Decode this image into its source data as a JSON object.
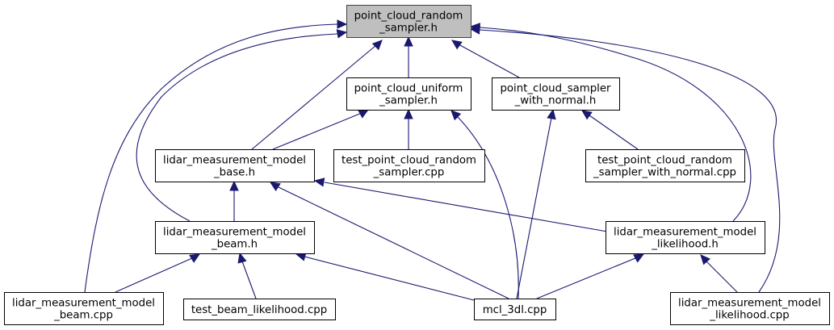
{
  "diagram": {
    "type": "include-dependency-graph",
    "colors": {
      "edge": "#191970",
      "root_fill": "#bfbfbf",
      "root_border": "#404040",
      "node_fill": "#ffffff",
      "node_border": "#000000"
    },
    "nodes": [
      {
        "id": "root",
        "lines": [
          "point_cloud_random",
          "_sampler.h"
        ],
        "root": true
      },
      {
        "id": "uniform",
        "lines": [
          "point_cloud_uniform",
          "_sampler.h"
        ]
      },
      {
        "id": "normal",
        "lines": [
          "point_cloud_sampler",
          "_with_normal.h"
        ]
      },
      {
        "id": "base",
        "lines": [
          "lidar_measurement_model",
          "_base.h"
        ]
      },
      {
        "id": "test_random",
        "lines": [
          "test_point_cloud_random",
          "_sampler.cpp"
        ]
      },
      {
        "id": "test_normal",
        "lines": [
          "test_point_cloud_random",
          "_sampler_with_normal.cpp"
        ]
      },
      {
        "id": "beam_h",
        "lines": [
          "lidar_measurement_model",
          "_beam.h"
        ]
      },
      {
        "id": "likelihood_h",
        "lines": [
          "lidar_measurement_model",
          "_likelihood.h"
        ]
      },
      {
        "id": "beam_cpp",
        "lines": [
          "lidar_measurement_model",
          "_beam.cpp"
        ]
      },
      {
        "id": "test_beam",
        "lines": [
          "test_beam_likelihood.cpp"
        ]
      },
      {
        "id": "mcl",
        "lines": [
          "mcl_3dl.cpp"
        ]
      },
      {
        "id": "likelihood_cpp",
        "lines": [
          "lidar_measurement_model",
          "_likelihood.cpp"
        ]
      }
    ],
    "edges": [
      {
        "from": "uniform",
        "to": "root"
      },
      {
        "from": "normal",
        "to": "root"
      },
      {
        "from": "base",
        "to": "root"
      },
      {
        "from": "beam_h",
        "to": "root"
      },
      {
        "from": "beam_cpp",
        "to": "root"
      },
      {
        "from": "likelihood_h",
        "to": "root"
      },
      {
        "from": "likelihood_cpp",
        "to": "root"
      },
      {
        "from": "base",
        "to": "uniform"
      },
      {
        "from": "test_random",
        "to": "uniform"
      },
      {
        "from": "mcl",
        "to": "uniform"
      },
      {
        "from": "mcl",
        "to": "normal"
      },
      {
        "from": "test_normal",
        "to": "normal"
      },
      {
        "from": "beam_h",
        "to": "base"
      },
      {
        "from": "mcl",
        "to": "base"
      },
      {
        "from": "likelihood_h",
        "to": "base"
      },
      {
        "from": "beam_cpp",
        "to": "beam_h"
      },
      {
        "from": "test_beam",
        "to": "beam_h"
      },
      {
        "from": "mcl",
        "to": "beam_h"
      },
      {
        "from": "mcl",
        "to": "likelihood_h"
      },
      {
        "from": "likelihood_cpp",
        "to": "likelihood_h"
      }
    ]
  }
}
